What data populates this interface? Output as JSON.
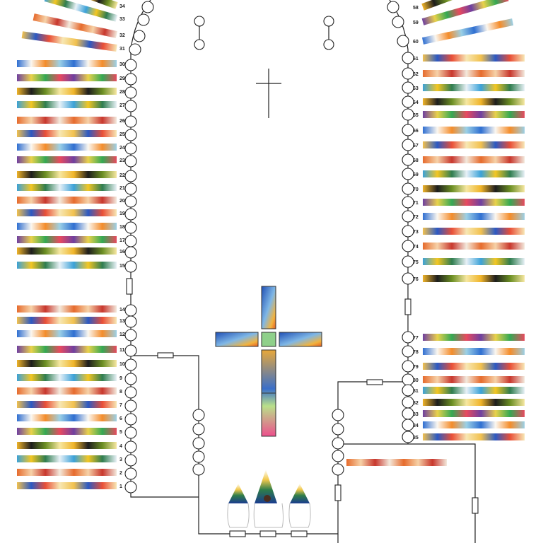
{
  "left_windows": [
    "1",
    "2",
    "3",
    "4",
    "5",
    "6",
    "7",
    "8",
    "9",
    "10",
    "11",
    "12",
    "13",
    "14",
    "15",
    "16",
    "17",
    "18",
    "19",
    "20",
    "21",
    "22",
    "23",
    "24",
    "25",
    "26",
    "27",
    "28",
    "29",
    "30",
    "31",
    "32",
    "33",
    "34"
  ],
  "right_windows": [
    "58",
    "59",
    "60",
    "61",
    "62",
    "63",
    "64",
    "65",
    "66",
    "67",
    "68",
    "69",
    "70",
    "71",
    "72",
    "73",
    "74",
    "75",
    "76",
    "77",
    "78",
    "79",
    "80",
    "81",
    "82",
    "83",
    "84",
    "85"
  ],
  "palettes": [
    [
      "#f2c14e",
      "#2b59c3",
      "#e94f37",
      "#f7e7b4"
    ],
    [
      "#e66b2d",
      "#f6d2a8",
      "#c8372d",
      "#f3e9dc"
    ],
    [
      "#3aa1d8",
      "#f3c623",
      "#2f7d4f",
      "#e8f1f7"
    ],
    [
      "#f0b429",
      "#1d1d1d",
      "#6b8e23",
      "#f6e7a1"
    ],
    [
      "#6f3fa0",
      "#e9d24b",
      "#34a853",
      "#e84a5f"
    ],
    [
      "#2f6fd1",
      "#fbf7f0",
      "#f48c2a",
      "#9bd0e6"
    ]
  ]
}
